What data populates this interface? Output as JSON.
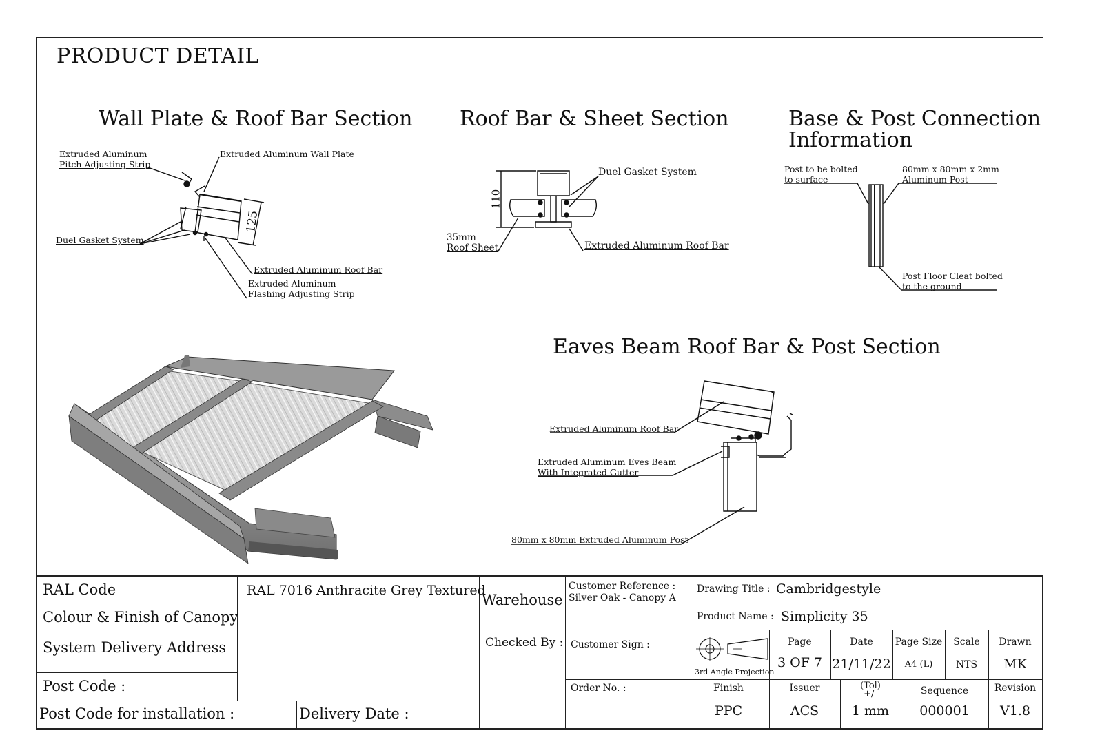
{
  "page_title": "PRODUCT DETAIL",
  "sections": {
    "wall_plate": {
      "title": "Wall Plate & Roof Bar Section",
      "callouts": {
        "pitch_strip_1": "Extruded Aluminum",
        "pitch_strip_2": "Pitch Adjusting Strip",
        "wall_plate": "Extruded Aluminum Wall Plate",
        "gasket": "Duel Gasket System",
        "roof_bar": "Extruded Aluminum Roof Bar",
        "flashing_1": "Extruded Aluminum",
        "flashing_2": "Flashing Adjusting Strip"
      },
      "dimension": "125"
    },
    "roof_bar_sheet": {
      "title": "Roof Bar & Sheet Section",
      "callouts": {
        "gasket": "Duel Gasket System",
        "sheet_1": "35mm",
        "sheet_2": "Roof Sheet",
        "roof_bar": "Extruded Aluminum Roof Bar"
      },
      "dimension": "110"
    },
    "base_post": {
      "title_1": "Base & Post Connection",
      "title_2": "Information",
      "callouts": {
        "bolted_1": "Post to be bolted",
        "bolted_2": "to surface",
        "post_1": "80mm x 80mm x 2mm",
        "post_2": "Aluminum Post",
        "cleat_1": "Post Floor Cleat bolted",
        "cleat_2": "to the ground"
      }
    },
    "eaves": {
      "title": "Eaves Beam Roof Bar & Post Section",
      "callouts": {
        "roof_bar": "Extruded Aluminum Roof Bar",
        "beam_1": "Extruded Aluminum Eves Beam",
        "beam_2": "With Integrated Gutter",
        "post": "80mm x 80mm Extruded Aluminum Post"
      }
    }
  },
  "title_block": {
    "ral_code_label": "RAL Code",
    "ral_code_value": "RAL 7016 Anthracite Grey Textured",
    "colour_label": "Colour & Finish of Canopy",
    "delivery_address_label": "System Delivery Address",
    "post_code_label": "Post Code :",
    "post_code_install_label": "Post Code for installation :",
    "delivery_date_label": "Delivery Date :",
    "warehouse_label": "Warehouse",
    "checked_by_label": "Checked By :",
    "customer_reference_label": "Customer Reference :",
    "customer_reference_value": "Silver Oak - Canopy A",
    "customer_sign_label": "Customer Sign :",
    "order_no_label": "Order No. :",
    "drawing_title_label": "Drawing Title :",
    "drawing_title_value": "Cambridgestyle",
    "product_name_label": "Product Name :",
    "product_name_value": "Simplicity 35",
    "projection_label": "3rd Angle Projection",
    "page_label": "Page",
    "page_value": "3 OF 7",
    "date_label": "Date",
    "date_value": "21/11/22",
    "page_size_label": "Page Size",
    "page_size_value": "A4 (L)",
    "scale_label": "Scale",
    "scale_value": "NTS",
    "drawn_label": "Drawn",
    "drawn_value": "MK",
    "finish_label": "Finish",
    "finish_value": "PPC",
    "issuer_label": "Issuer",
    "issuer_value": "ACS",
    "tol_label_1": "(Tol)",
    "tol_label_2": "+/-",
    "tol_value": "1 mm",
    "sequence_label": "Sequence",
    "sequence_value": "000001",
    "revision_label": "Revision",
    "revision_value": "V1.8"
  }
}
